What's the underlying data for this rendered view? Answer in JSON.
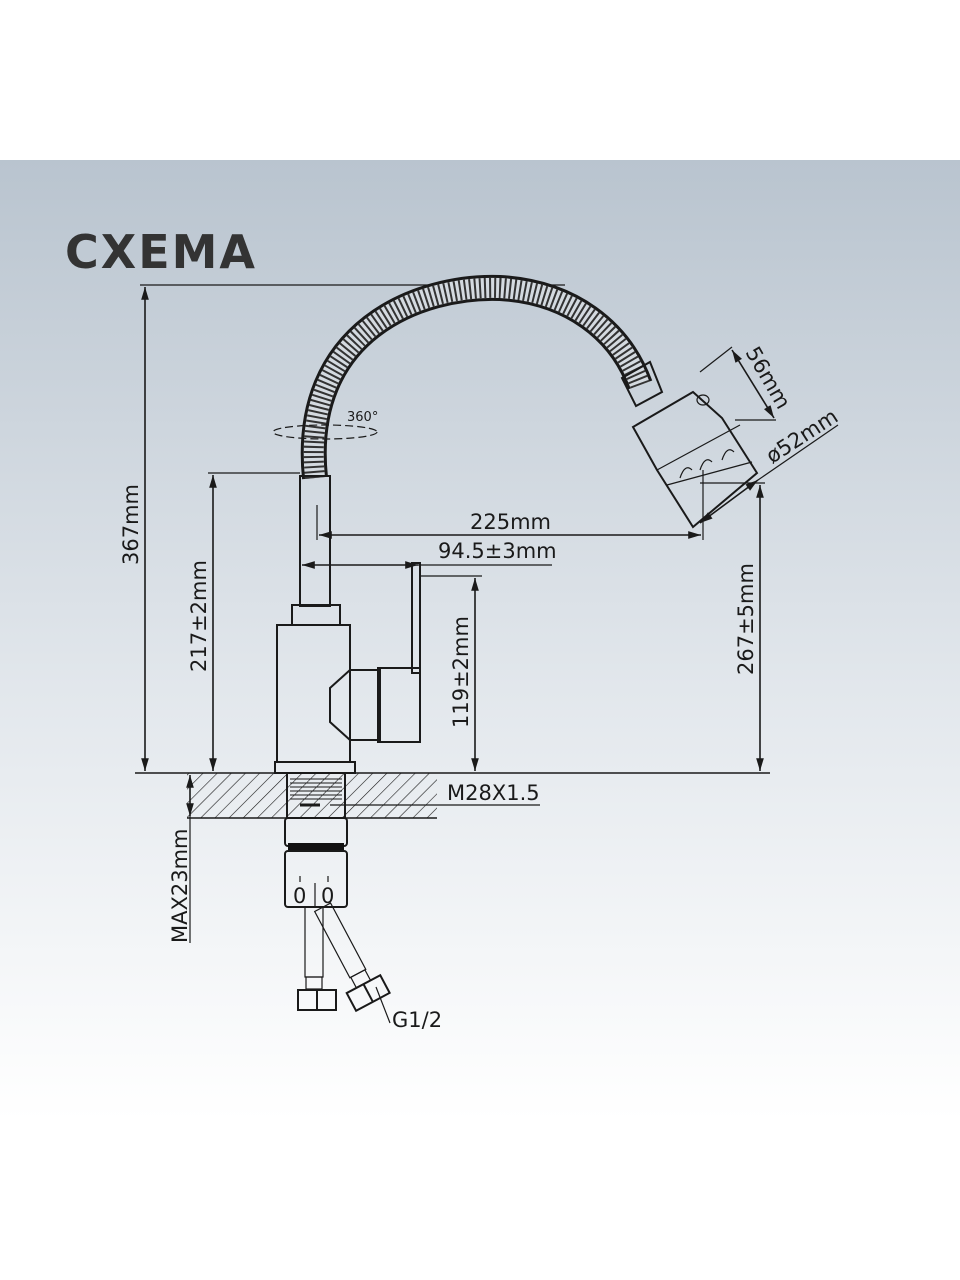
{
  "title": "СХЕМА",
  "dimensions": {
    "total_height": "367mm",
    "body_height": "217±2mm",
    "handle_height": "119±2mm",
    "spout_height": "267±5mm",
    "spout_reach": "225mm",
    "handle_reach": "94.5±3mm",
    "head_length": "56mm",
    "head_diameter": "ø52mm",
    "rotation": "360°",
    "thread": "M28X1.5",
    "max_counter": "MAX23mm",
    "connector": "G1/2"
  },
  "markings": {
    "cold": "0",
    "hot": "0"
  },
  "colors": {
    "panel_top": "#b9c4cf",
    "panel_bottom": "#ffffff",
    "ink": "#1a1a1a"
  }
}
